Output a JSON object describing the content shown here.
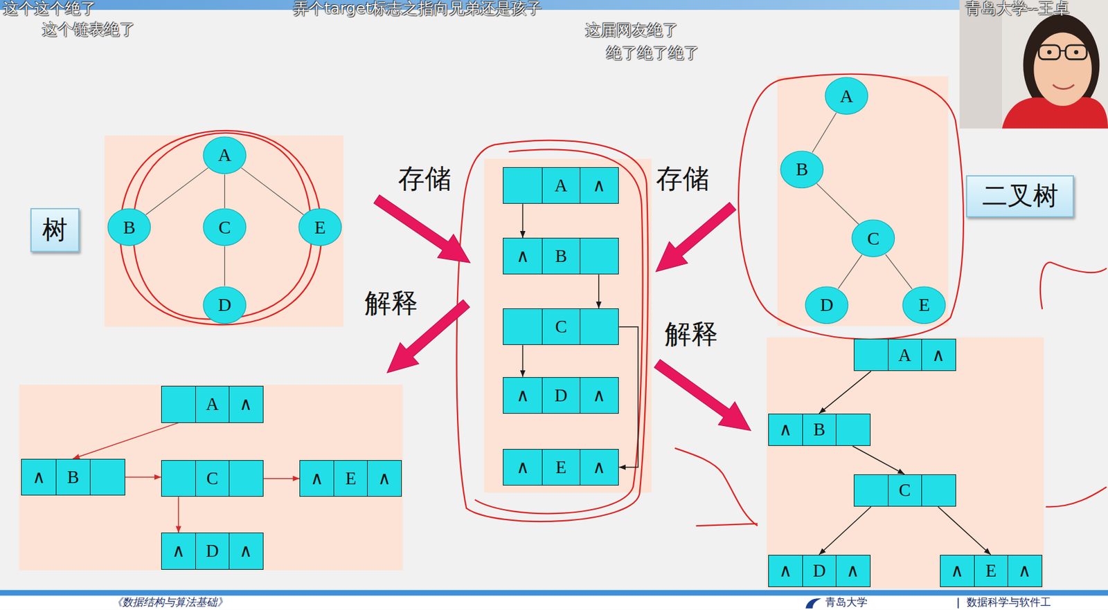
{
  "diagram": {
    "nodes": [
      {
        "text": [
          "树"
        ]
      },
      {
        "text": [
          "A"
        ]
      },
      {
        "text": [
          "B"
        ]
      },
      {
        "text": [
          "C"
        ]
      },
      {
        "text": [
          "E"
        ]
      },
      {
        "text": [
          "D"
        ]
      },
      {
        "text": [
          "A",
          "∧"
        ]
      },
      {
        "text": [
          "∧",
          "B"
        ]
      },
      {
        "text": [
          "C"
        ]
      },
      {
        "text": [
          "∧",
          "D",
          "∧"
        ]
      },
      {
        "text": [
          "∧",
          "E",
          "∧"
        ]
      },
      {
        "text": [
          "A"
        ]
      },
      {
        "text": [
          "B"
        ]
      },
      {
        "text": [
          "C"
        ]
      },
      {
        "text": [
          "D"
        ]
      },
      {
        "text": [
          "E"
        ]
      },
      {
        "text": [
          "二叉树"
        ]
      },
      {
        "text": [
          "A",
          "∧"
        ]
      },
      {
        "text": [
          "∧",
          "B"
        ]
      },
      {
        "text": [
          "C"
        ]
      },
      {
        "text": [
          "∧",
          "E",
          "∧"
        ]
      },
      {
        "text": [
          "∧",
          "D",
          "∧"
        ]
      },
      {
        "text": [
          "A",
          "∧"
        ]
      },
      {
        "text": [
          "∧",
          "B"
        ]
      },
      {
        "text": [
          "C"
        ]
      },
      {
        "text": [
          "∧",
          "D",
          "∧"
        ]
      },
      {
        "text": [
          "∧",
          "E",
          "∧"
        ]
      }
    ],
    "edges": [
      {
        "from": 1,
        "to": 2,
        "arrow": "none"
      },
      {
        "from": 1,
        "to": 3,
        "arrow": "none"
      },
      {
        "from": 1,
        "to": 4,
        "arrow": "none"
      },
      {
        "from": 3,
        "to": 5,
        "arrow": "none"
      },
      {
        "from": 6,
        "to": 7,
        "arrow": "to"
      },
      {
        "from": 7,
        "to": 8,
        "arrow": "to"
      },
      {
        "from": 8,
        "to": 9,
        "arrow": "to"
      },
      {
        "from": 8,
        "to": 10,
        "arrow": "to"
      },
      {
        "from": 11,
        "to": 12,
        "arrow": "none"
      },
      {
        "from": 12,
        "to": 13,
        "arrow": "none"
      },
      {
        "from": 13,
        "to": 14,
        "arrow": "none"
      },
      {
        "from": 13,
        "to": 15,
        "arrow": "none"
      },
      {
        "from": 17,
        "to": 18,
        "arrow": "to"
      },
      {
        "from": 18,
        "to": 19,
        "arrow": "to"
      },
      {
        "from": 19,
        "to": 20,
        "arrow": "to"
      },
      {
        "from": 19,
        "to": 21,
        "arrow": "to"
      },
      {
        "from": 22,
        "to": 23,
        "arrow": "to"
      },
      {
        "from": 23,
        "to": 24,
        "arrow": "to"
      },
      {
        "from": 24,
        "to": 25,
        "arrow": "to"
      },
      {
        "from": 24,
        "to": 26,
        "arrow": "to"
      }
    ],
    "labels": [
      "这个这个绝了",
      "这个链表绝了",
      "弄个target标志之指向兄弟还是孩子",
      "这届网友绝了",
      "绝了绝了绝了",
      "青岛大学--王卓",
      "存储",
      "存储",
      "解释",
      "解释",
      "《数据结构与算法基础》",
      "青岛大学",
      "数据科学与软件工"
    ]
  }
}
